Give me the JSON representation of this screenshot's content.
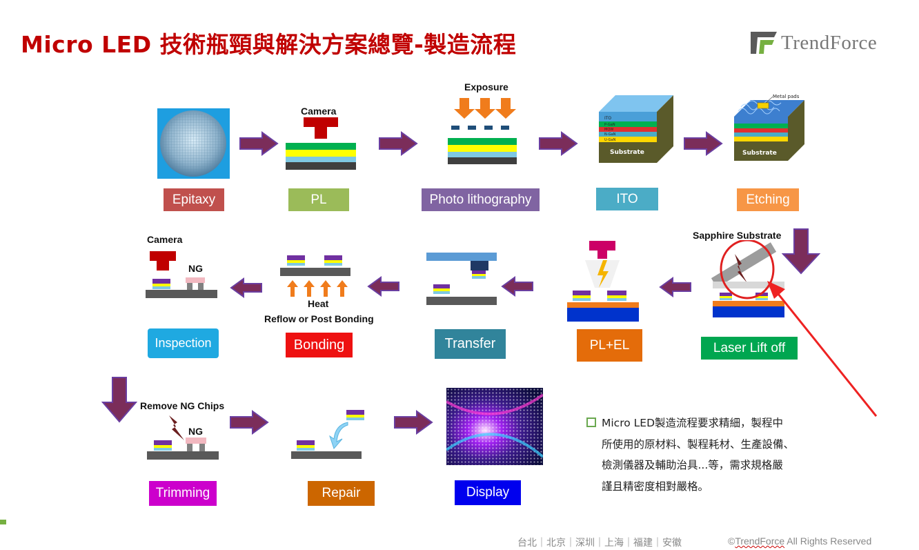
{
  "title": "Micro LED 技術瓶頸與解決方案總覽-製造流程",
  "logo": {
    "text": "TrendForce"
  },
  "stages": {
    "epitaxy": "Epitaxy",
    "pl": "PL",
    "photo": "Photo lithography",
    "ito": "ITO",
    "etching": "Etching",
    "inspection": "Inspection",
    "bonding": "Bonding",
    "transfer": "Transfer",
    "plel": "PL+EL",
    "laser": "Laser  Lift off",
    "trimming": "Trimming",
    "repair": "Repair",
    "display": "Display"
  },
  "labels": {
    "camera1": "Camera",
    "exposure": "Exposure",
    "camera2": "Camera",
    "ng1": "NG",
    "heat": "Heat",
    "reflow": "Reflow or Post Bonding",
    "sapphire": "Sapphire Substrate",
    "remove_ng": "Remove NG Chips",
    "ng2": "NG",
    "ito_layers": [
      "ITO",
      "P-GaN",
      "MQW",
      "N-GaN",
      "U-GaN"
    ],
    "substrate1": "Substrate",
    "substrate2": "Substrate",
    "metal_pads": "Metal pads"
  },
  "note": {
    "lines": [
      "Micro LED製造流程要求精細，製程中",
      "所使用的原材料、製程耗材、生產設備、",
      "檢測儀器及輔助治具...等，需求規格嚴",
      "謹且精密度相對嚴格。"
    ]
  },
  "footer": {
    "cities": "台北｜北京｜深圳｜上海｜福建｜安徽",
    "copyright_symbol": "©",
    "brand": "TrendForce",
    "rights": " All Rights Reserved"
  },
  "colors": {
    "arrow": "#7b2d5a",
    "title": "#c00000",
    "epitaxy": "#c0504d",
    "pl": "#9bbb59",
    "photo": "#8064a2",
    "ito": "#4bacc6",
    "etching": "#f79646",
    "inspection": "#1fa9e1",
    "bonding": "#ee1111",
    "transfer": "#31849b",
    "plel": "#e46c0a",
    "laser": "#00a650",
    "trimming": "#cc00cc",
    "repair": "#cc6600",
    "display": "#0000ee"
  }
}
